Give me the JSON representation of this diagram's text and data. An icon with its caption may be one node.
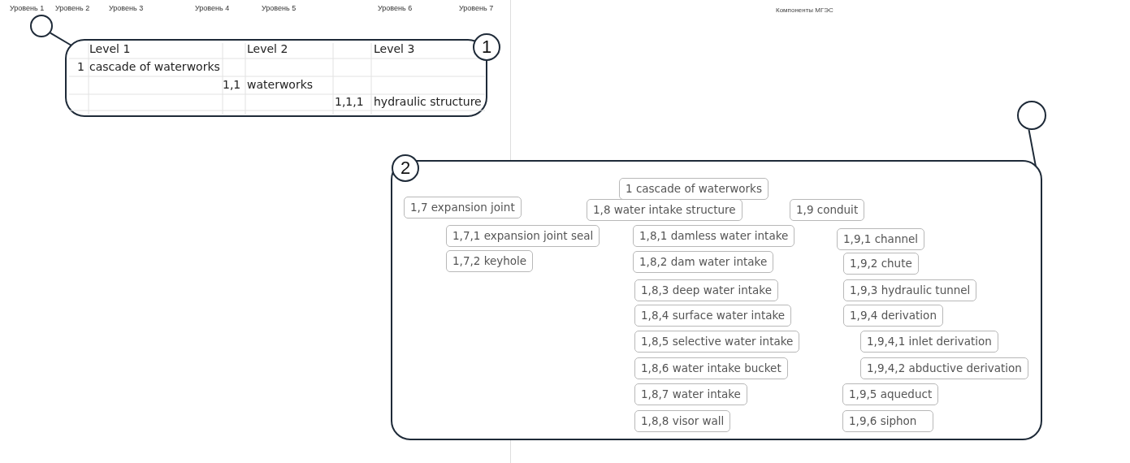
{
  "diagram": {
    "nodes": [
      {
        "text": [],
        "shape": "circle"
      },
      {
        "text": [],
        "shape": "box"
      },
      {
        "text": [],
        "shape": "circle"
      },
      {
        "text": [],
        "shape": "box"
      },
      {
        "text": [
          "1 cascade of waterworks"
        ],
        "in": 3
      },
      {
        "text": [
          "1,7 expansion joint"
        ],
        "in": 3
      },
      {
        "text": [
          "1,8 water intake structure"
        ],
        "in": 3
      },
      {
        "text": [
          "1,9 conduit"
        ],
        "in": 3
      },
      {
        "text": [
          "1,7,1 expansion joint seal"
        ],
        "in": 3
      },
      {
        "text": [
          "1,8,1 damless water intake"
        ],
        "in": 3
      },
      {
        "text": [
          "1,9,1 channel"
        ],
        "in": 3
      },
      {
        "text": [
          "1,7,2 keyhole"
        ],
        "in": 3
      },
      {
        "text": [
          "1,8,2 dam water intake"
        ],
        "in": 3
      },
      {
        "text": [
          "1,9,2 chute"
        ],
        "in": 3
      },
      {
        "text": [
          "1,8,3 deep water intake"
        ],
        "in": 3
      },
      {
        "text": [
          "1,9,3 hydraulic tunnel"
        ],
        "in": 3
      },
      {
        "text": [
          "1,8,4 surface water intake"
        ],
        "in": 3
      },
      {
        "text": [
          "1,9,4 derivation"
        ],
        "in": 3
      },
      {
        "text": [
          "1,8,5 selective water intake"
        ],
        "in": 3
      },
      {
        "text": [
          "1,9,4,1 inlet derivation"
        ],
        "in": 3
      },
      {
        "text": [
          "1,8,6 water intake bucket"
        ],
        "in": 3
      },
      {
        "text": [
          "1,9,4,2 abductive derivation"
        ],
        "in": 3
      },
      {
        "text": [
          "1,8,7 water intake"
        ],
        "in": 3
      },
      {
        "text": [
          "1,9,5 aqueduct"
        ],
        "in": 3
      },
      {
        "text": [
          "1,8,8 visor wall"
        ],
        "in": 3
      },
      {
        "text": [
          "1,9,6 siphon"
        ],
        "in": 3
      }
    ],
    "edges": [
      {
        "from": 0,
        "to": 1,
        "arrow": "none"
      },
      {
        "from": 2,
        "to": 3,
        "arrow": "none"
      }
    ],
    "labels": [
      "Уровень 1",
      "Уровень 2",
      "Уровень 3",
      "Уровень 4",
      "Уровень 5",
      "Уровень 6",
      "Уровень 7",
      "Компоненты МГЭС",
      "Level 1",
      "Level 2",
      "Level 3",
      "1",
      "1",
      "cascade of waterworks",
      "1,1",
      "waterworks",
      "1,1,1",
      "hydraulic structure",
      "2"
    ]
  }
}
